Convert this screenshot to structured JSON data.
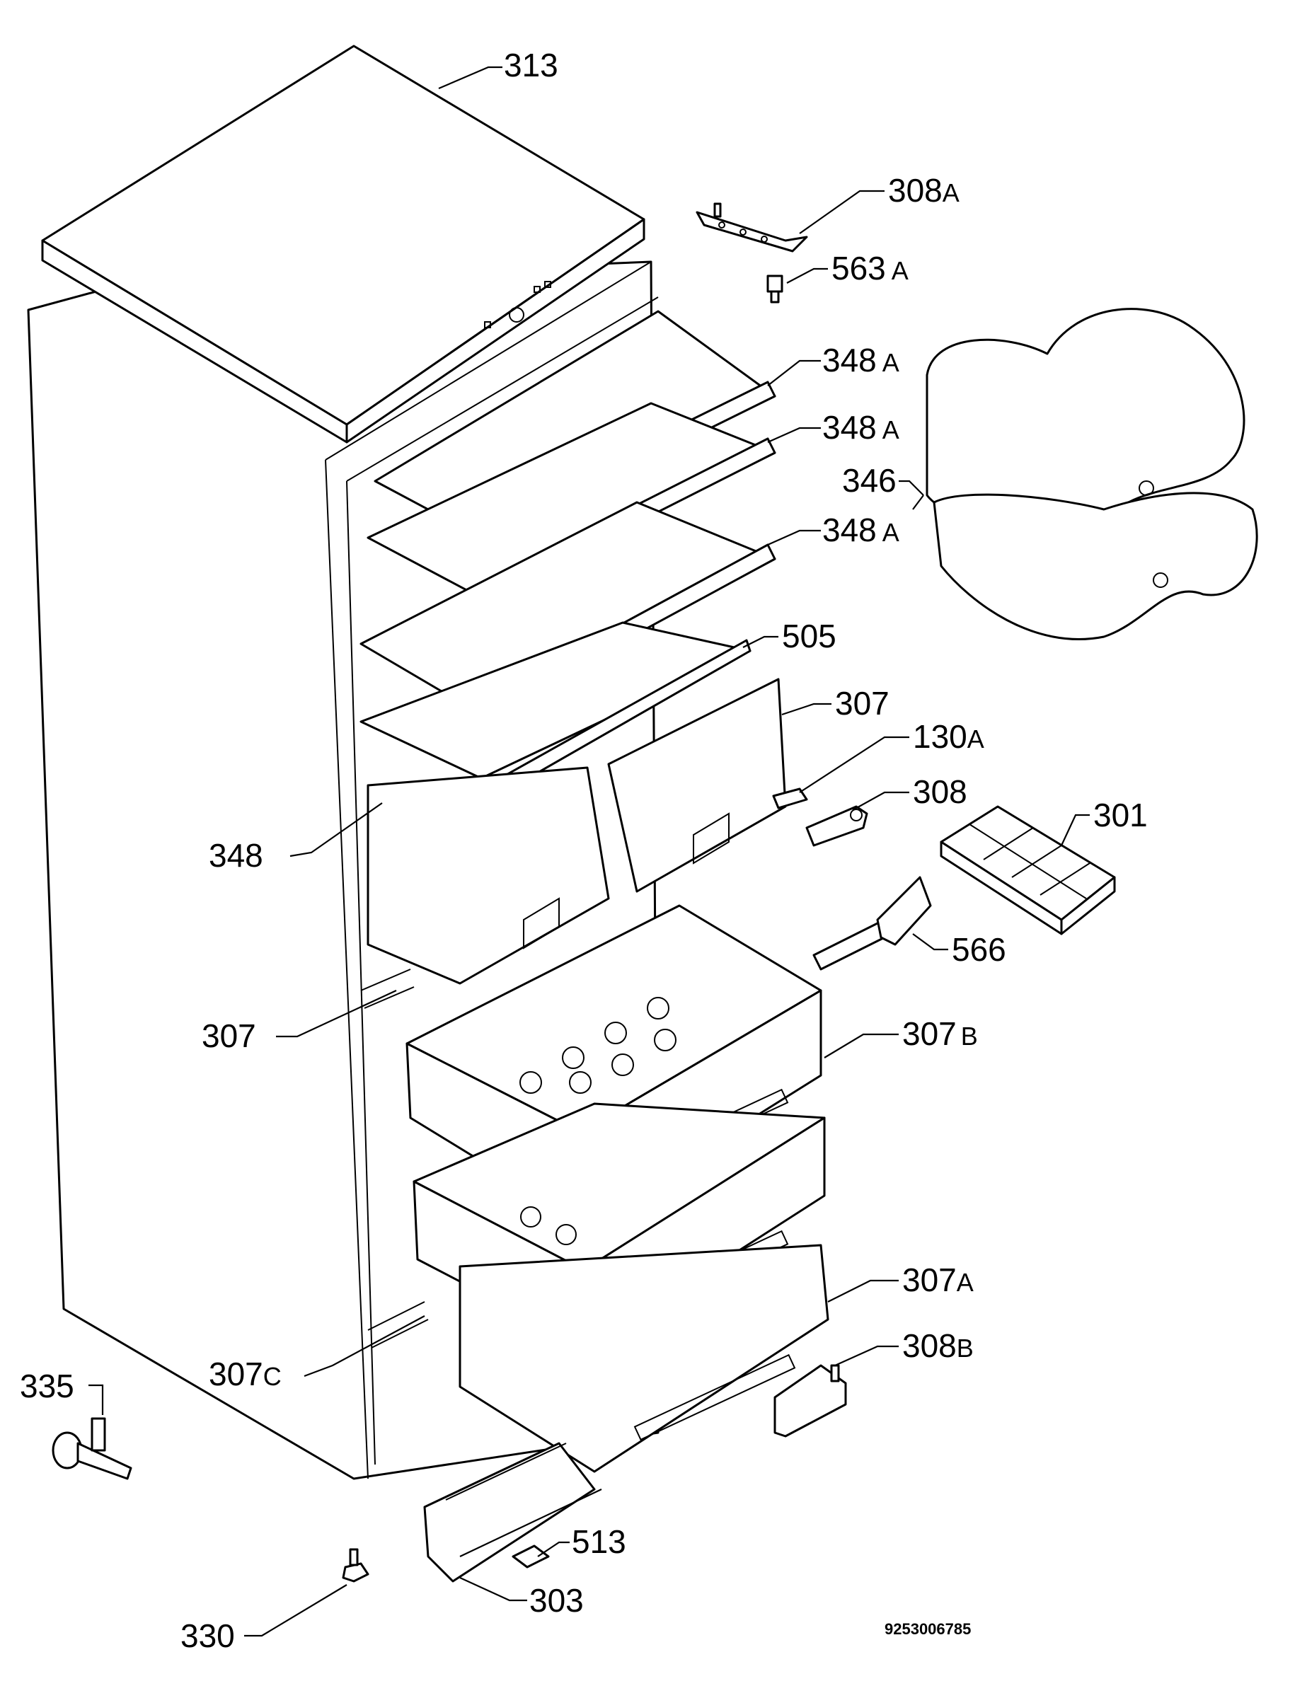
{
  "drawing_number": "9253006785",
  "callouts": [
    {
      "id": "c313",
      "number": "313",
      "suffix": ""
    },
    {
      "id": "c308A",
      "number": "308",
      "suffix": "A"
    },
    {
      "id": "c563A",
      "number": "563",
      "suffix": "A"
    },
    {
      "id": "c348A1",
      "number": "348",
      "suffix": "A"
    },
    {
      "id": "c348A2",
      "number": "348",
      "suffix": "A"
    },
    {
      "id": "c348A3",
      "number": "348",
      "suffix": "A"
    },
    {
      "id": "c346",
      "number": "346",
      "suffix": ""
    },
    {
      "id": "c505",
      "number": "505",
      "suffix": ""
    },
    {
      "id": "c307a",
      "number": "307",
      "suffix": ""
    },
    {
      "id": "c130A",
      "number": "130",
      "suffix": "A"
    },
    {
      "id": "c308",
      "number": "308",
      "suffix": ""
    },
    {
      "id": "c301",
      "number": "301",
      "suffix": ""
    },
    {
      "id": "c348",
      "number": "348",
      "suffix": ""
    },
    {
      "id": "c566",
      "number": "566",
      "suffix": ""
    },
    {
      "id": "c307b",
      "number": "307",
      "suffix": ""
    },
    {
      "id": "c307B",
      "number": "307",
      "suffix": "B"
    },
    {
      "id": "c307A",
      "number": "307",
      "suffix": "A"
    },
    {
      "id": "c308B",
      "number": "308",
      "suffix": "B"
    },
    {
      "id": "c307C",
      "number": "307",
      "suffix": "C"
    },
    {
      "id": "c335",
      "number": "335",
      "suffix": ""
    },
    {
      "id": "c513",
      "number": "513",
      "suffix": ""
    },
    {
      "id": "c303",
      "number": "303",
      "suffix": ""
    },
    {
      "id": "c330",
      "number": "330",
      "suffix": ""
    }
  ]
}
